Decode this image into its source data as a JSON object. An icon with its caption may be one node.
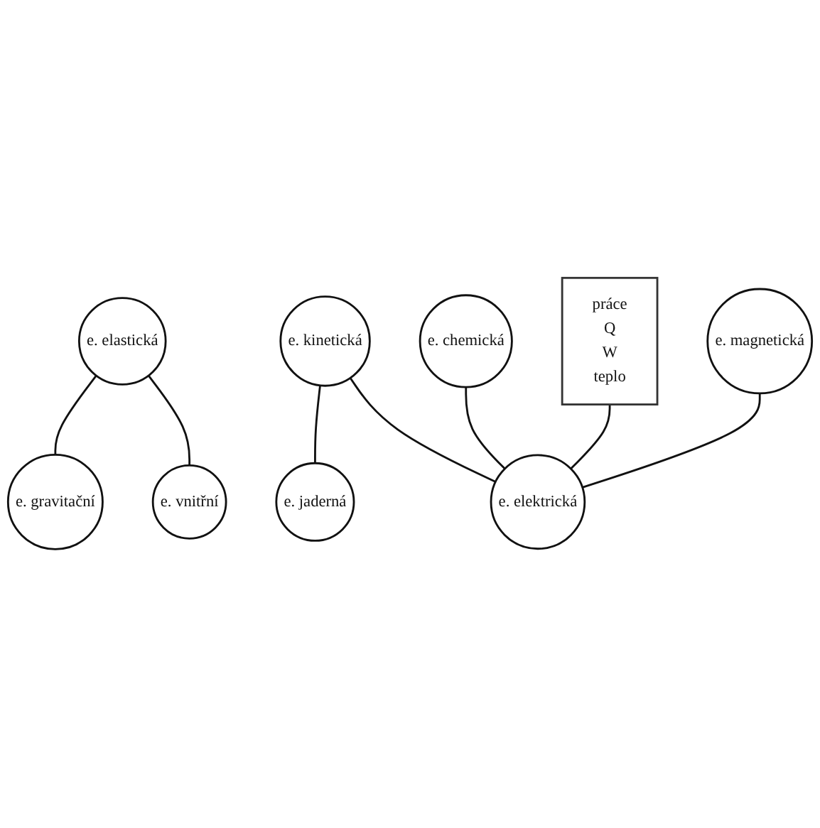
{
  "diagram": {
    "nodes": [
      {
        "text": [
          "e. elastická"
        ]
      },
      {
        "text": [
          "e. kinetická"
        ]
      },
      {
        "text": [
          "e. chemická"
        ]
      },
      {
        "text": [
          "e. gravitační"
        ]
      },
      {
        "text": [
          "práce",
          "Q",
          "W",
          "teplo"
        ]
      },
      {
        "text": [
          "e. jaderná"
        ]
      },
      {
        "text": [
          "e. elektrická"
        ]
      },
      {
        "text": [
          "e. vnitřní"
        ]
      },
      {
        "text": [
          "e. magnetická"
        ]
      }
    ],
    "edges": [
      {
        "from": 0,
        "to": 3,
        "arrow": "none"
      },
      {
        "from": 0,
        "to": 7,
        "arrow": "none"
      },
      {
        "from": 1,
        "to": 5,
        "arrow": "none"
      },
      {
        "from": 1,
        "to": 6,
        "arrow": "none"
      },
      {
        "from": 2,
        "to": 6,
        "arrow": "none"
      },
      {
        "from": 4,
        "to": 6,
        "arrow": "none"
      },
      {
        "from": 8,
        "to": 6,
        "arrow": "none"
      }
    ]
  }
}
